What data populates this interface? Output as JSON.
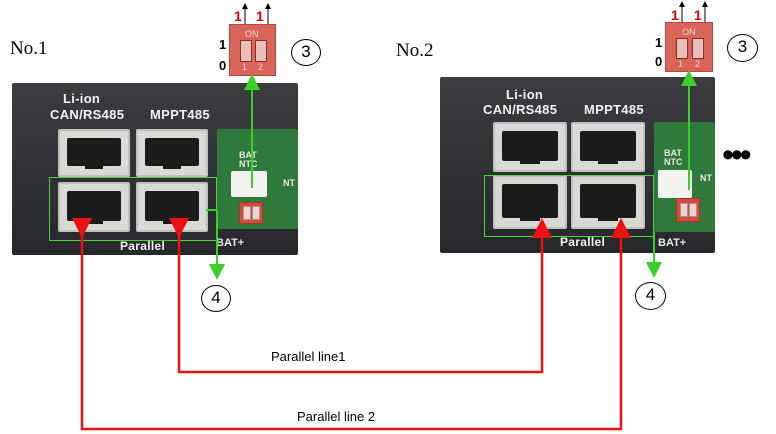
{
  "units": [
    {
      "label": "No.1",
      "port_headers": [
        "Li-ion",
        "CAN/RS485",
        "MPPT485"
      ],
      "group_label": "Parallel",
      "bat_ntc": [
        "BAT",
        "NTC"
      ],
      "nt_label": "NT",
      "bat_plus": "BAT+",
      "dip": {
        "on_label": "ON",
        "positions": [
          "1",
          "2"
        ],
        "side_high": "1",
        "side_low": "0",
        "switch_up_marks": [
          "1",
          "1"
        ]
      },
      "callout_dip": "3",
      "callout_ports": "4"
    },
    {
      "label": "No.2",
      "port_headers": [
        "Li-ion",
        "CAN/RS485",
        "MPPT485"
      ],
      "group_label": "Parallel",
      "bat_ntc": [
        "BAT",
        "NTC"
      ],
      "nt_label": "NT",
      "bat_plus": "BAT+",
      "dip": {
        "on_label": "ON",
        "positions": [
          "1",
          "2"
        ],
        "side_high": "1",
        "side_low": "0",
        "switch_up_marks": [
          "1",
          "1"
        ]
      },
      "callout_dip": "3",
      "callout_ports": "4"
    }
  ],
  "connections": [
    {
      "label": "Parallel line1",
      "from": "No.1 MPPT485 parallel port",
      "to": "No.2 CAN/RS485 parallel port"
    },
    {
      "label": "Parallel line 2",
      "from": "No.1 CAN/RS485 parallel port",
      "to": "No.2 MPPT485 parallel port"
    }
  ],
  "continuation_marker": "•••",
  "colors": {
    "cable": "#ee1111",
    "callout_arrow": "#3ccf2a",
    "panel": "#2e3033",
    "dip": "#d64a3a"
  }
}
